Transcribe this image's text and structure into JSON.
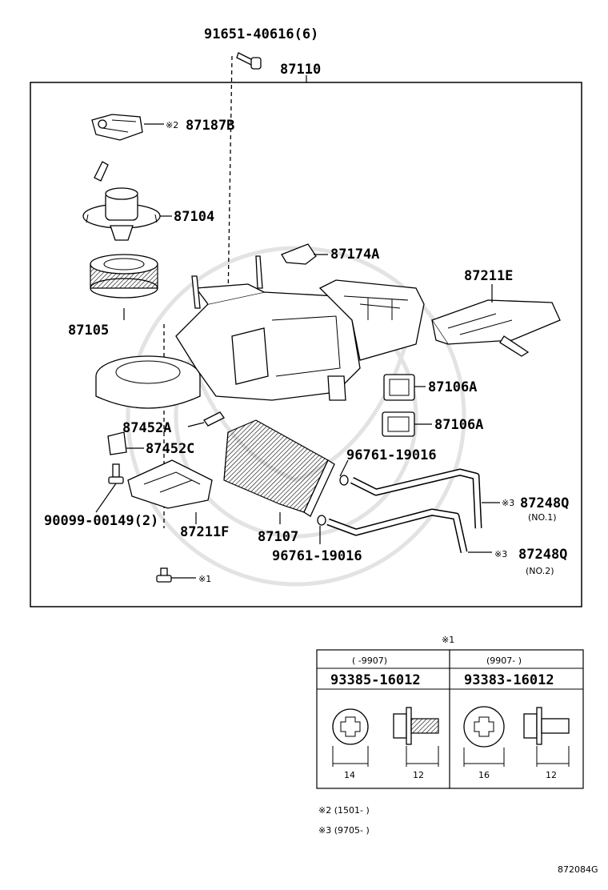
{
  "labels": {
    "top_bolt": "91651-40616(6)",
    "assembly": "87110",
    "servo": "87187B",
    "servo_mark": "※2",
    "blower_motor": "87104",
    "fan": "87105",
    "bracket_top": "87174A",
    "duct_right": "87211E",
    "filter_1": "87106A",
    "filter_2": "87106A",
    "clamp_a": "87452A",
    "clamp_c": "87452C",
    "oring_top": "96761-19016",
    "oring_bottom": "96761-19016",
    "bolt_bottom": "90099-00149(2)",
    "duct_left": "87211F",
    "heater_core": "87107",
    "hose_1": "87248Q",
    "hose_1_mark": "※3",
    "hose_1_note": "(NO.1)",
    "hose_2": "87248Q",
    "hose_2_mark": "※3",
    "hose_2_note": "(NO.2)",
    "screw_mark": "※1"
  },
  "table": {
    "title": "※1",
    "col1_range": "(     -9907)",
    "col2_range": "(9907-      )",
    "col1_part": "93385-16012",
    "col2_part": "93383-16012",
    "col1_dims": [
      "14",
      "12"
    ],
    "col2_dims": [
      "16",
      "12"
    ]
  },
  "notes": [
    "※2 (1501-      )",
    "※3 (9705-      )"
  ],
  "figure_code": "872084G"
}
